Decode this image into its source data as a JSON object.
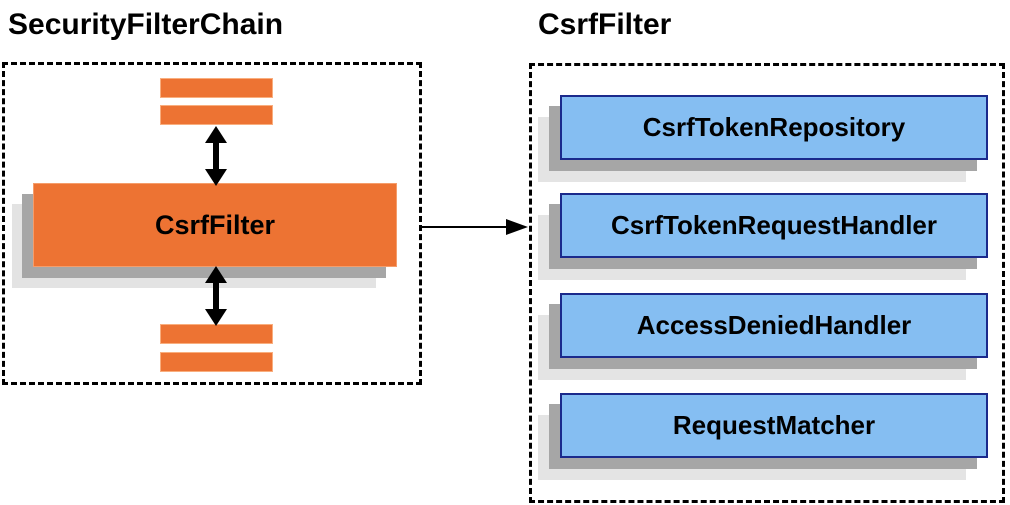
{
  "diagram": {
    "left_panel": {
      "title": "SecurityFilterChain",
      "filter_box": {
        "label": "CsrfFilter"
      },
      "stack_bars": {
        "top_count": 2,
        "bottom_count": 2
      }
    },
    "right_panel": {
      "title": "CsrfFilter",
      "components": [
        {
          "label": "CsrfTokenRepository"
        },
        {
          "label": "CsrfTokenRequestHandler"
        },
        {
          "label": "AccessDeniedHandler"
        },
        {
          "label": "RequestMatcher"
        }
      ]
    },
    "connectors": {
      "top_vertical": "double-headed-arrow",
      "bottom_vertical": "double-headed-arrow",
      "horizontal": "right-arrow"
    },
    "colors": {
      "bar_fill": "#ED7333",
      "bar_border": "#F9AE7E",
      "component_fill": "#85BEF2",
      "component_border": "#1B2A8C",
      "shadow_dark": "#A6A6A6",
      "shadow_light": "#E3E3E3",
      "dashed_border": "#000000",
      "arrow": "#000000",
      "text": "#000000",
      "background": "#FFFFFF"
    }
  }
}
